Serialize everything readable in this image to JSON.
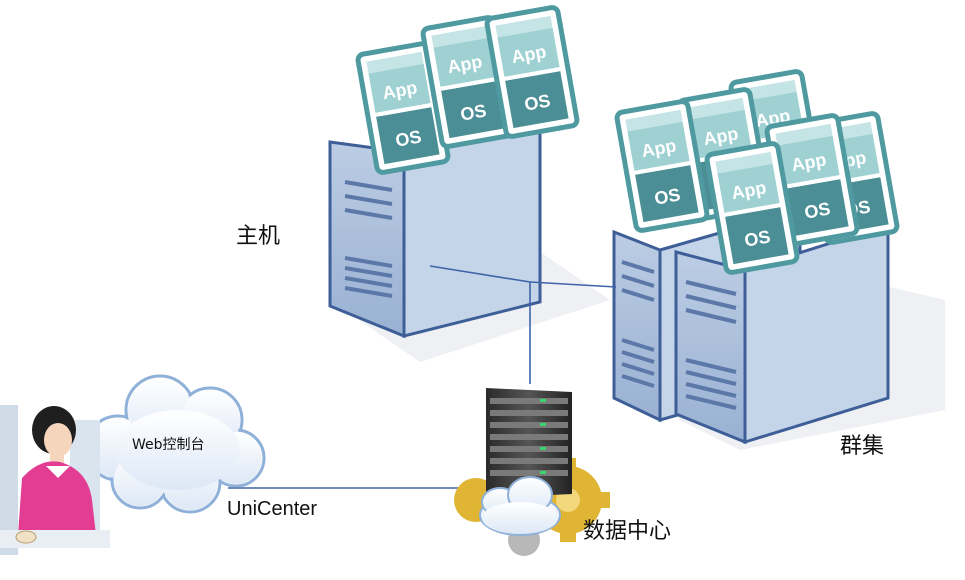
{
  "labels": {
    "host": "主机",
    "cluster": "群集",
    "datacenter": "数据中心",
    "unicenter": "UniCenter",
    "web_console": "Web控制台"
  },
  "vm": {
    "app": "App",
    "os": "OS"
  },
  "colors": {
    "server_front": "#a9bfdc",
    "server_side": "#c4d4e9",
    "server_edge": "#3e5e97",
    "vm_border": "#4f9aa0",
    "vm_app_fill": "#9fd1d3",
    "vm_os_fill": "#4c8e96",
    "link": "#3f63a8",
    "cloud_border": "#8fb0d8"
  }
}
